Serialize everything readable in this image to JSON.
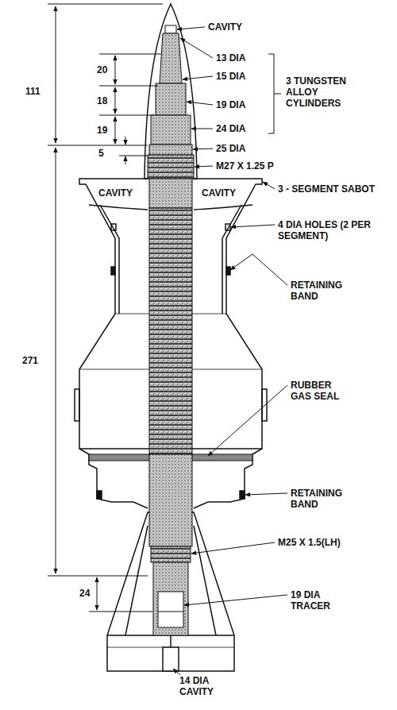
{
  "diagram": {
    "labels": [
      "111",
      "CAVITY",
      "13 DIA",
      "20",
      "15 DIA",
      "3 TUNGSTEN ALLOY CYLINDERS",
      "18",
      "19 DIA",
      "19",
      "24 DIA",
      "25 DIA",
      "5",
      "M27 X 1.25 P",
      "CAVITY",
      "CAVITY",
      "3 - SEGMENT SABOT",
      "4 DIA HOLES (2 PER SEGMENT)",
      "RETAINING BAND",
      "271",
      "RUBBER GAS SEAL",
      "RETAINING BAND",
      "M25 X 1.5(LH)",
      "24",
      "19 DIA TRACER",
      "14 DIA CAVITY"
    ]
  }
}
